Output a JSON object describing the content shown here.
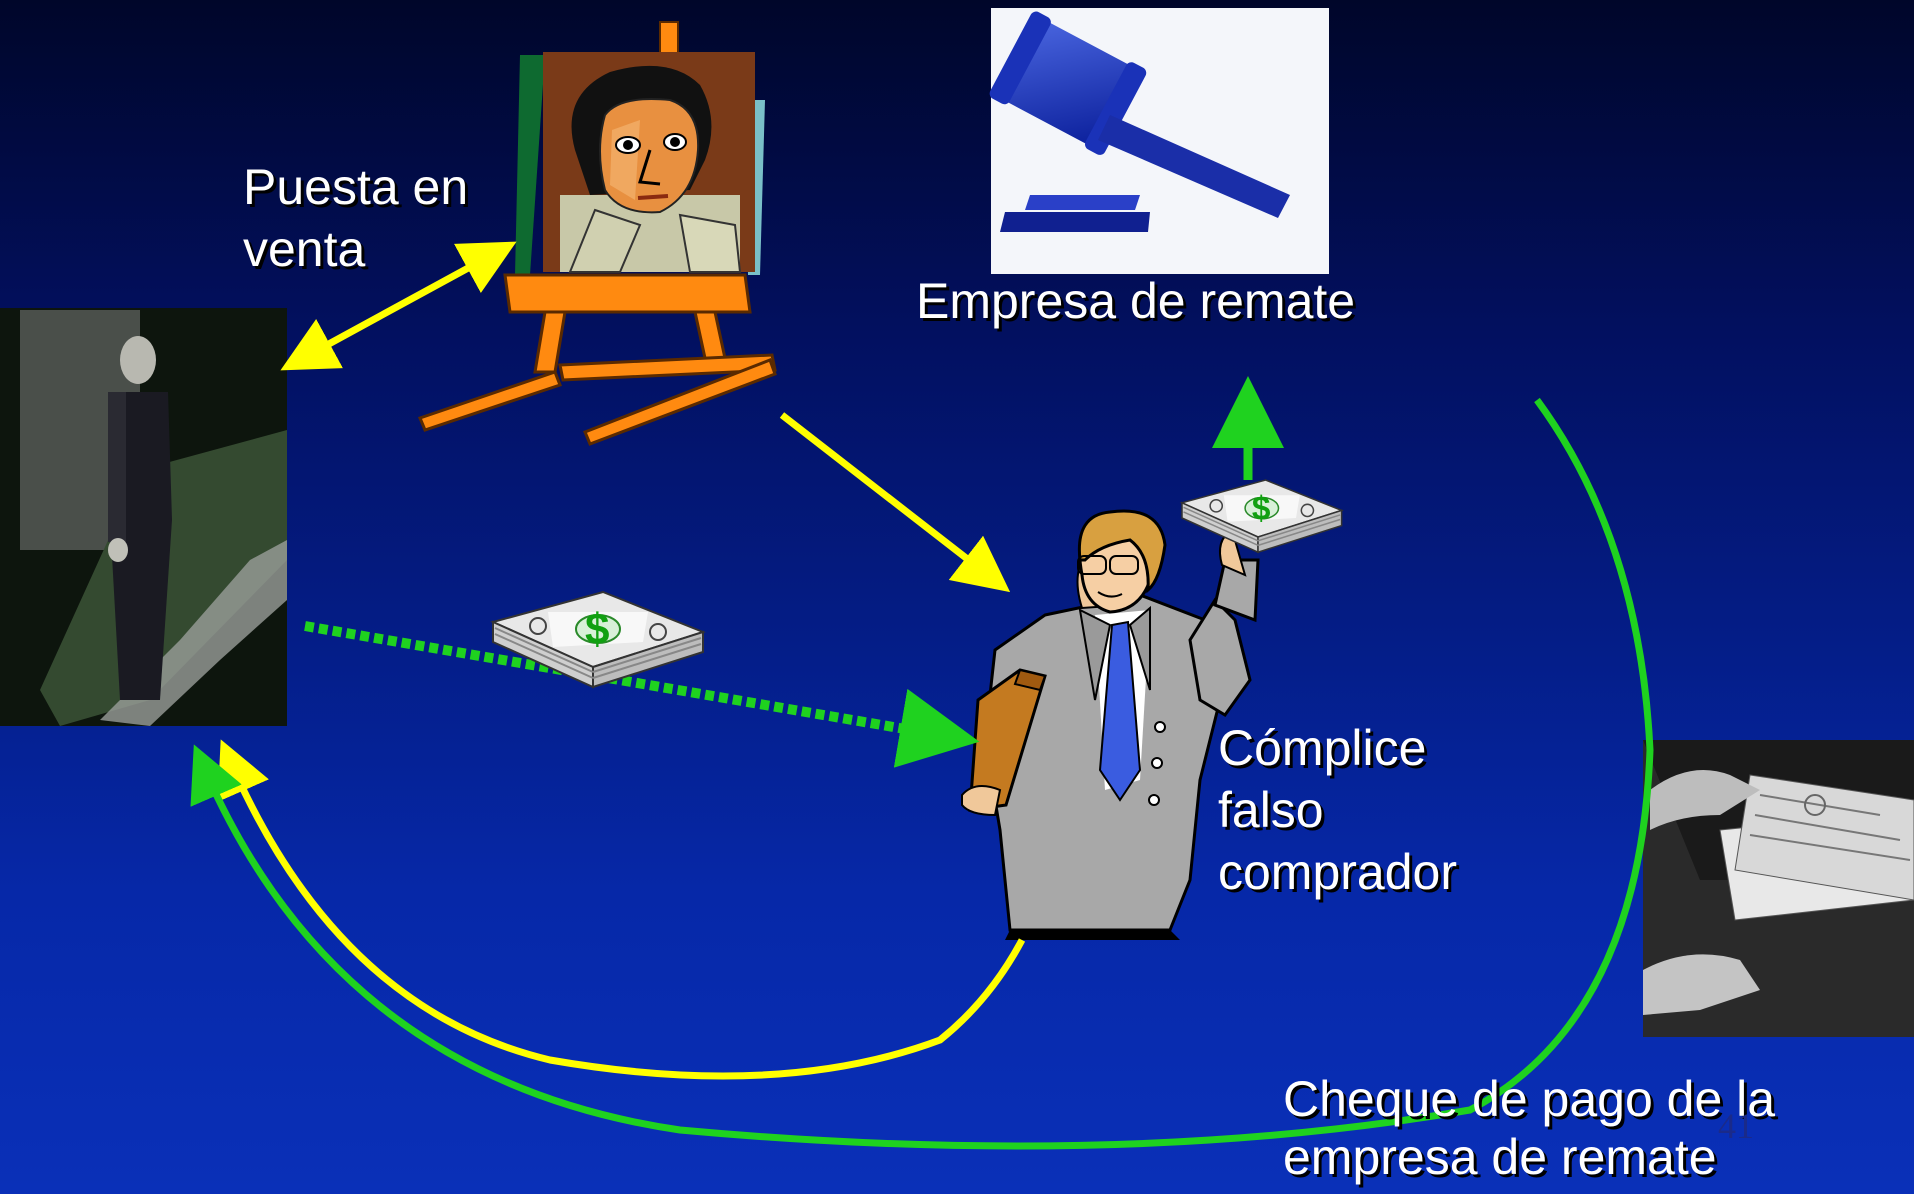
{
  "colors": {
    "background_top": "#00062a",
    "background_bottom": "#0a30b8",
    "arrow_yellow": "#ffff00",
    "arrow_green": "#1fd21f",
    "label_text": "#ffffff"
  },
  "labels": {
    "puesta_line1": "Puesta en",
    "puesta_line2": "venta",
    "empresa": "Empresa de remate",
    "complice_line1": "Cómplice",
    "complice_line2": "falso",
    "complice_line3": "comprador",
    "cheque_line1": "Cheque de pago de la",
    "cheque_line2": "empresa de remate"
  },
  "page_number": "41",
  "icons": [
    "owner-photo",
    "picasso-portrait-on-easel",
    "auction-gavel",
    "businessman-accomplice",
    "money-stack",
    "check-envelope-photo"
  ]
}
